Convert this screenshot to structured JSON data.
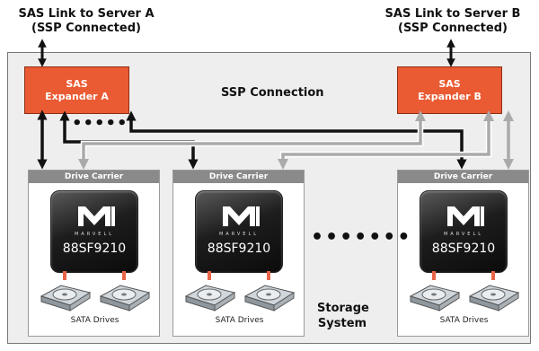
{
  "server_links": {
    "a_line1": "SAS Link to Server A",
    "a_line2": "(SSP Connected)",
    "b_line1": "SAS Link to Server B",
    "b_line2": "(SSP Connected)"
  },
  "expanders": {
    "a_line1": "SAS",
    "a_line2": "Expander A",
    "b_line1": "SAS",
    "b_line2": "Expander B"
  },
  "ssp_connection_label": "SSP Connection",
  "carriers": [
    {
      "header": "Drive Carrier",
      "chip_brand": "MARVELL",
      "chip_model": "88SF9210",
      "drives_label": "SATA Drives"
    },
    {
      "header": "Drive Carrier",
      "chip_brand": "MARVELL",
      "chip_model": "88SF9210",
      "drives_label": "SATA Drives"
    },
    {
      "header": "Drive Carrier",
      "chip_brand": "MARVELL",
      "chip_model": "88SF9210",
      "drives_label": "SATA Drives"
    }
  ],
  "ellipsis": "•••••••",
  "expander_ellipsis": "•••••",
  "storage_system": {
    "line1": "Storage",
    "line2": "System"
  },
  "colors": {
    "expander_fill": "#ea5a33",
    "chip_body": "#111111",
    "link_black": "#111111",
    "link_gray": "#aaaaaa",
    "drive_connector": "#e8654a",
    "system_background": "#eeeeee"
  }
}
